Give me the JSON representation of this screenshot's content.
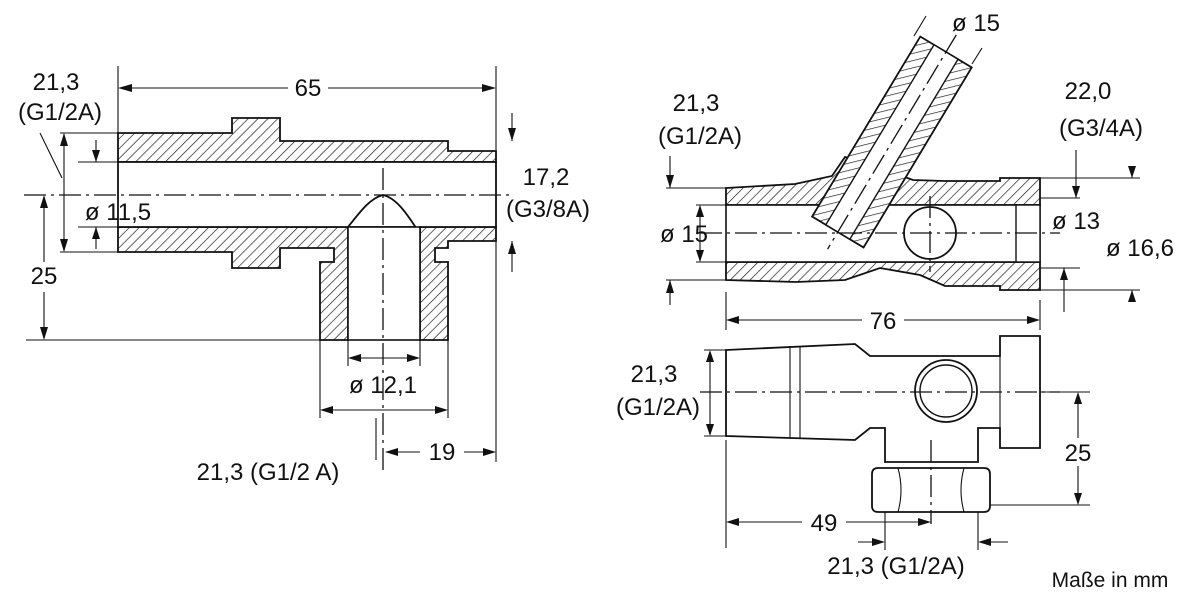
{
  "drawing": {
    "left_view": {
      "top_width": "65",
      "left_thread_size": "21,3",
      "left_thread_spec": "(G1/2A)",
      "bore_dia": "ø 11,5",
      "right_thread_size": "17,2",
      "right_thread_spec": "(G3/8A)",
      "height_25": "25",
      "outlet_bore_dia": "ø 12,1",
      "bottom_thread": "21,3 (G1/2 A)",
      "offset_19": "19"
    },
    "right_view": {
      "angled_pipe_dia": "ø 15",
      "left_thread_size": "21,3",
      "left_thread_spec": "(G1/2A)",
      "right_thread_size": "22,0",
      "right_thread_spec": "(G3/4A)",
      "inlet_dia": "ø 15",
      "bore_dia_13": "ø 13",
      "outer_dia_16_6": "ø 16,6",
      "length_76": "76"
    },
    "bottom_view": {
      "left_thread_size": "21,3",
      "left_thread_spec": "(G1/2A)",
      "height_25": "25",
      "offset_49": "49",
      "bottom_thread": "21,3 (G1/2A)"
    },
    "units_note": "Maße in mm"
  }
}
